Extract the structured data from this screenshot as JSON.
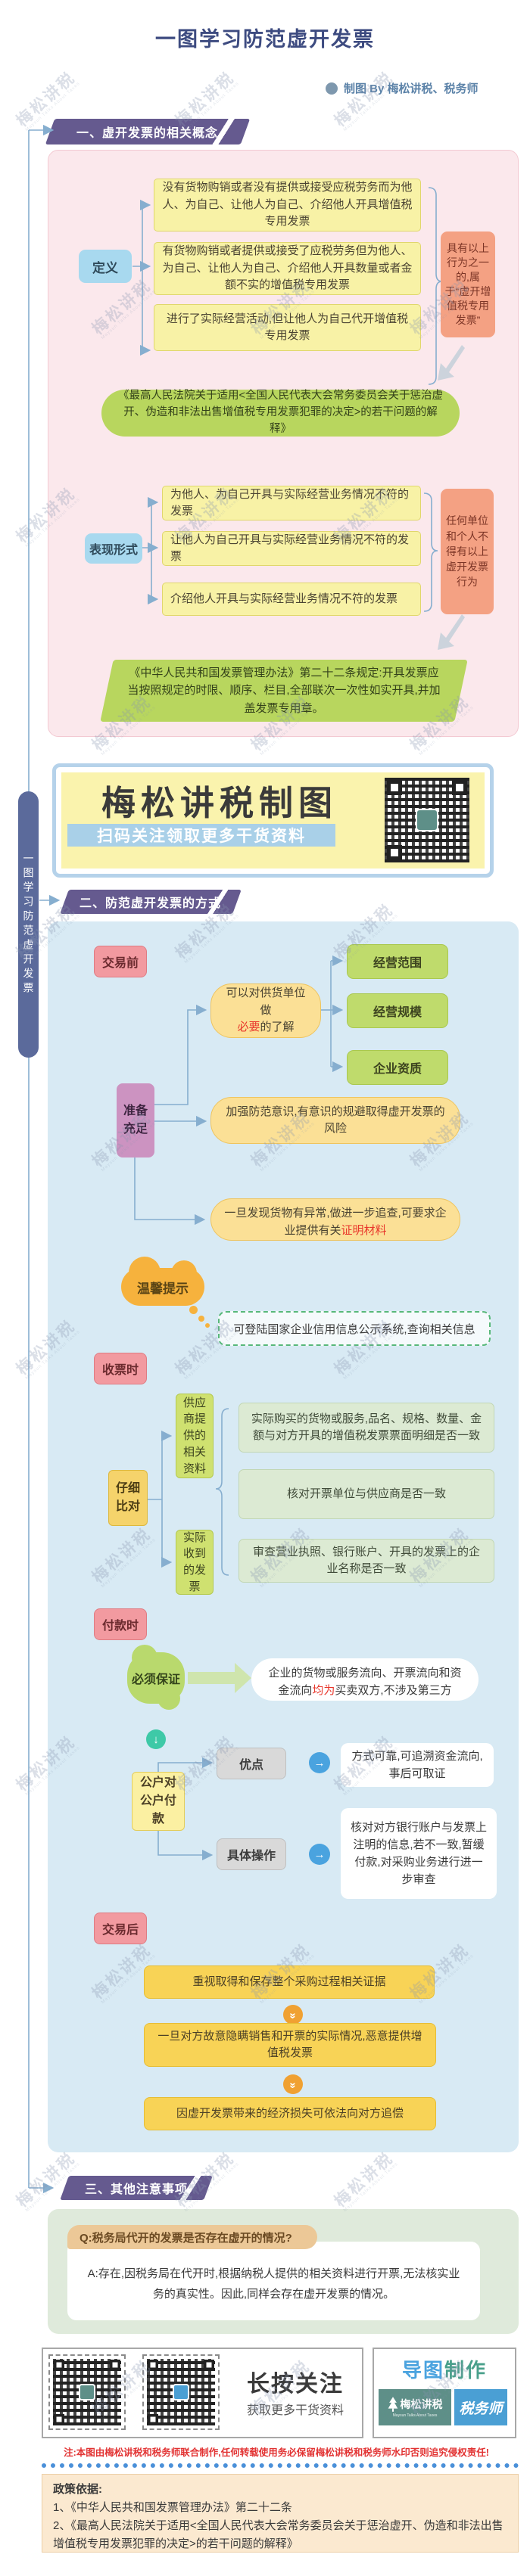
{
  "page": {
    "title": "一图学习防范虚开发票",
    "byline": "制图 By 梅松讲税、税务师",
    "side_tab": "一图学习防范虚开发票",
    "watermark": "梅松讲税",
    "watermark_sub": "Maysun Talks About Taxes"
  },
  "section1": {
    "header": "一、虚开发票的相关概念",
    "definition": {
      "label": "定义",
      "items": [
        "没有货物购销或者没有提供或接受应税劳务而为他人、为自己、让他人为自己、介绍他人开具增值税专用发票",
        "有货物购销或者提供或接受了应税劳务但为他人、为自己、让他人为自己、介绍他人开具数量或者金额不实的增值税专用发票",
        "进行了实际经营活动,但让他人为自己代开增值税专用发票"
      ],
      "conclusion": "具有以上行为之一的,属于“虚开增值税专用发票”"
    },
    "law_interpretation": "《最高人民法院关于适用<全国人民代表大会常务委员会关于惩治虚开、伪造和非法出售增值税专用发票犯罪的决定>的若干问题的解释》",
    "forms": {
      "label": "表现形式",
      "items": [
        "为他人、为自己开具与实际经营业务情况不符的发票",
        "让他人为自己开具与实际经营业务情况不符的发票",
        "介绍他人开具与实际经营业务情况不符的发票"
      ],
      "conclusion": "任何单位和个人不得有以上虚开发票行为"
    },
    "regulation": "《中华人民共和国发票管理办法》第二十二条规定:开具发票应当按照规定的时限、顺序、栏目,全部联次一次性如实开具,并加盖发票专用章。"
  },
  "banner": {
    "title": "梅松讲税制图",
    "subtitle": "扫码关注领取更多干货资料"
  },
  "section2": {
    "header": "二、防范虚开发票的方式",
    "stages": {
      "before": "交易前",
      "receive": "收票时",
      "pay": "付款时",
      "after": "交易后"
    },
    "prepare": {
      "label": "准备充足",
      "know": {
        "pre": "可以对供货单位做",
        "em": "必要",
        "post": "的了解"
      },
      "aspects": [
        "经营范围",
        "经营规模",
        "企业资质"
      ],
      "awareness": "加强防范意识,有意识的规避取得虚开发票的风险",
      "abnormal": {
        "pre": "一旦发现货物有异常,做进一步追查,可要求企业提供有关",
        "em": "证明材料",
        "post": ""
      },
      "tip_label": "温馨提示",
      "tip": "可登陆国家企业信用信息公示系统,查询相关信息"
    },
    "compare": {
      "label": "仔细比对",
      "sources": [
        "供应商提供的相关资料",
        "实际收到的发票"
      ],
      "checks": [
        "实际购买的货物或服务,品名、规格、数量、金额与对方开具的增值税发票票面明细是否一致",
        "核对开票单位与供应商是否一致",
        "审查营业执照、银行账户、开具的发票上的企业名称是否一致"
      ]
    },
    "payment": {
      "must_label": "必须保证",
      "must": {
        "pre": "企业的货物或服务流向、开票流向和资金流向",
        "em": "均为",
        "post": "买卖双方,不涉及第三方"
      },
      "method": "公户对公户付款",
      "advantage_label": "优点",
      "advantage": "方式可靠,可追溯资金流向,事后可取证",
      "operation_label": "具体操作",
      "operation": "核对对方银行账户与发票上注明的信息,若不一致,暂缓付款,对采购业务进行进一步审查"
    },
    "after_items": [
      "重视取得和保存整个采购过程相关证据",
      "一旦对方故意隐瞒销售和开票的实际情况,恶意提供增值税发票",
      "因虚开发票带来的经济损失可依法向对方追偿"
    ]
  },
  "section3": {
    "header": "三、其他注意事项",
    "question": "Q:税务局代开的发票是否存在虚开的情况?",
    "answer": "A:存在,因税务局在代开时,根据纳税人提供的相关资料进行开票,无法核实业务的真实性。因此,同样会存在虚开发票的情况。"
  },
  "footer": {
    "follow_title": "长按关注",
    "follow_sub": "获取更多干货资料",
    "map_title_part1": "导图",
    "map_title_part2": "制作",
    "brand_primary": "梅松讲税",
    "brand_primary_sub": "Maysun Talks About Taxes",
    "brand_secondary": "税务师",
    "copyright_note": "注:本图由梅松讲税和税务师联合制作,任何转载使用务必保留梅松讲税和税务师水印否则追究侵权责任!",
    "policy_title": "政策依据:",
    "policy_items": [
      "1、《中华人民共和国发票管理办法》第二十二条",
      "2、《最高人民法院关于适用<全国人民代表大会常务委员会关于惩治虚开、伪造和非法出售增值税专用发票犯罪的决定>的若干问题的解释》"
    ]
  },
  "colors": {
    "accent_purple": "#655a8f",
    "panel_pink": "#fbe8ec",
    "panel_blue": "#d8eaf4",
    "panel_green": "#dfeadb",
    "note_yellow": "#f8f2a6",
    "highlight_red": "#e8372c",
    "brand_teal": "#5e8f88",
    "brand_blue": "#4a9fd4"
  }
}
